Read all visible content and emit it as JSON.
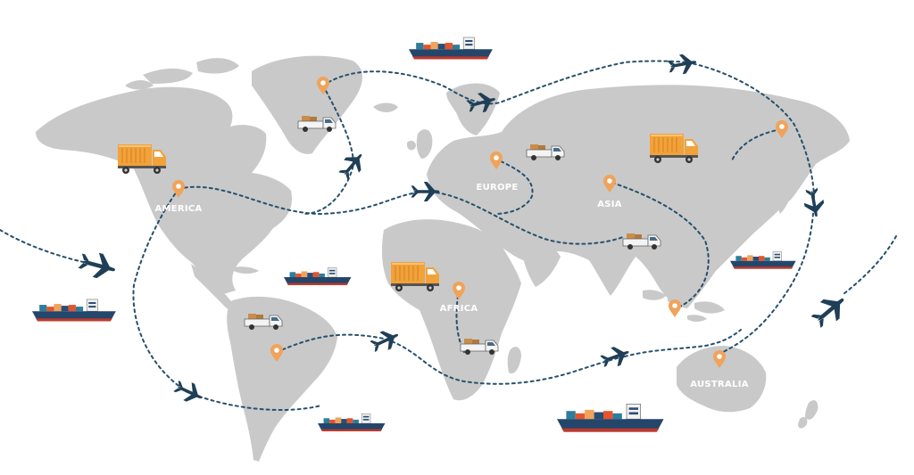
{
  "regions": [
    {
      "id": "america",
      "label": "AMERICA"
    },
    {
      "id": "europe",
      "label": "EUROPE"
    },
    {
      "id": "asia",
      "label": "ASIA"
    },
    {
      "id": "africa",
      "label": "AFRICA"
    },
    {
      "id": "australia",
      "label": "AUSTRALIA"
    }
  ],
  "colors": {
    "land": "#c9c9c9",
    "route": "#26506a",
    "plane": "#1f3f57",
    "pin": "#f0a35a",
    "truck": "#f2a23a",
    "ship_hull": "#24466a",
    "ship_hull_bottom": "#c0392b"
  },
  "icons": [
    "airplane-icon",
    "cargo-ship-icon",
    "truck-icon",
    "pickup-truck-icon",
    "location-pin-icon"
  ]
}
